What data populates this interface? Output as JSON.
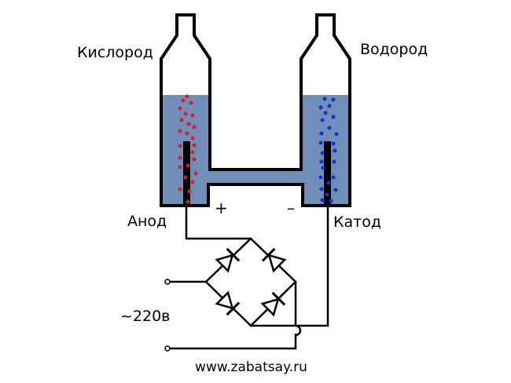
{
  "labels": {
    "oxygen": "Кислород",
    "hydrogen": "Водород",
    "anode": "Анод",
    "cathode": "Катод",
    "plus": "+",
    "minus": "–",
    "voltage": "~220в",
    "website": "www.zabatsay.ru"
  },
  "colors": {
    "water": "#6f8fb8",
    "oxygen_bubbles": "#d9202a",
    "hydrogen_bubbles": "#1c2fd6",
    "outline": "#000000"
  }
}
